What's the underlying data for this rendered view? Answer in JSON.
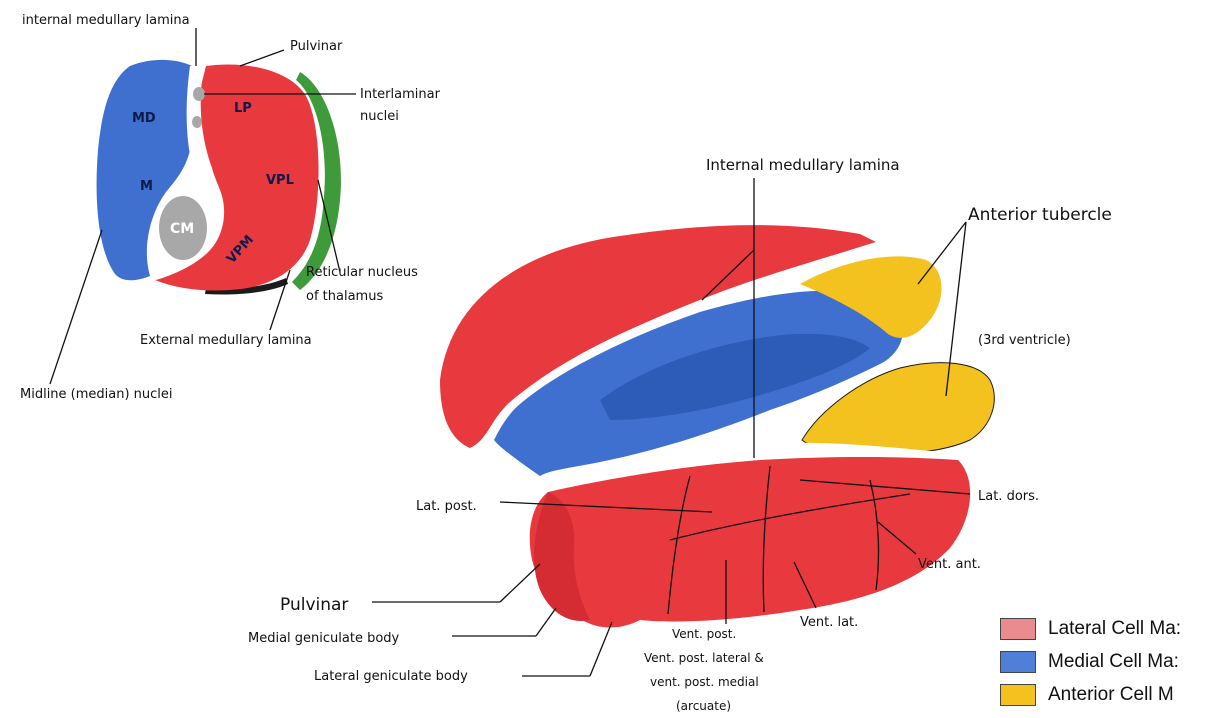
{
  "colors": {
    "lateral": "#e8393f",
    "medial": "#3f6fcf",
    "anterior": "#f4c21e",
    "reticular": "#3f9a3a",
    "lamina": "#ffffff"
  },
  "cross_section": {
    "nuclei": {
      "md": "MD",
      "m": "M",
      "cm": "CM",
      "lp": "LP",
      "vpl": "VPL",
      "vpm": "VPM"
    },
    "labels": {
      "internal_medullary_lamina": "internal medullary lamina",
      "pulvinar": "Pulvinar",
      "interlaminar_line1": "Interlaminar",
      "interlaminar_line2": "nuclei",
      "reticular_line1": "Reticular nucleus",
      "reticular_line2": "of thalamus",
      "external_medullary_lamina": "External medullary lamina",
      "midline_nuclei": "Midline (median) nuclei"
    }
  },
  "thalamus_3d": {
    "labels": {
      "internal_medullary_lamina": "Internal medullary lamina",
      "anterior_tubercle": "Anterior tubercle",
      "third_ventricle": "(3rd ventricle)",
      "lat_post": "Lat. post.",
      "lat_dors": "Lat. dors.",
      "vent_ant": "Vent. ant.",
      "vent_lat": "Vent. lat.",
      "pulvinar": "Pulvinar",
      "medial_geniculate": "Medial geniculate body",
      "lateral_geniculate": "Lateral geniculate body",
      "vent_post_1": "Vent. post.",
      "vent_post_2": "Vent. post. lateral &",
      "vent_post_3": "vent. post. medial",
      "vent_post_4": "(arcuate)"
    }
  },
  "legend": [
    {
      "label": "Lateral Cell Ma:",
      "color": "#ea8b90"
    },
    {
      "label": "Medial Cell Ma:",
      "color": "#4f7fd6"
    },
    {
      "label": "Anterior Cell M",
      "color": "#f4c21e"
    }
  ]
}
